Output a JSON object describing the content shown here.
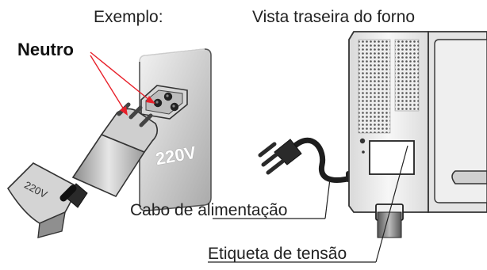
{
  "labels": {
    "example": "Exemplo:",
    "rear_view": "Vista traseira do forno",
    "neutral": "Neutro",
    "socket_voltage": "220V",
    "plug_tag_voltage": "220V",
    "power_cable": "Cabo de alimentação",
    "voltage_label": "Etiqueta de tensão"
  },
  "colors": {
    "arrow": "#e8202a",
    "line": "#222222"
  }
}
